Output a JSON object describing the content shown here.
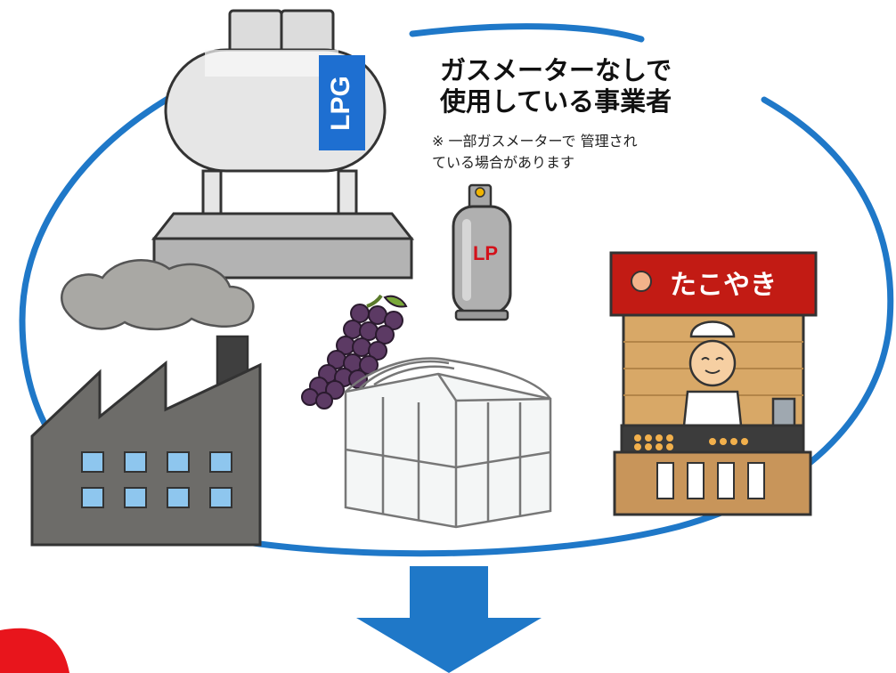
{
  "heading": {
    "line1": "ガスメーターなしで",
    "line2": "使用している事業者"
  },
  "note": {
    "line1": "※ 一部ガスメーターで 管理され",
    "line2": "ている場合があります"
  },
  "tank": {
    "label": "LPG"
  },
  "cylinder": {
    "label": "LP"
  },
  "stall": {
    "sign": "たこやき"
  },
  "colors": {
    "ellipse": "#1f78c8",
    "arrow": "#1f78c8",
    "lpg_band": "#1e6fd1",
    "stall_sign": "#c21b14",
    "red_accent": "#e8151c",
    "factory": "#6d6c69",
    "window": "#8ec6ee"
  }
}
